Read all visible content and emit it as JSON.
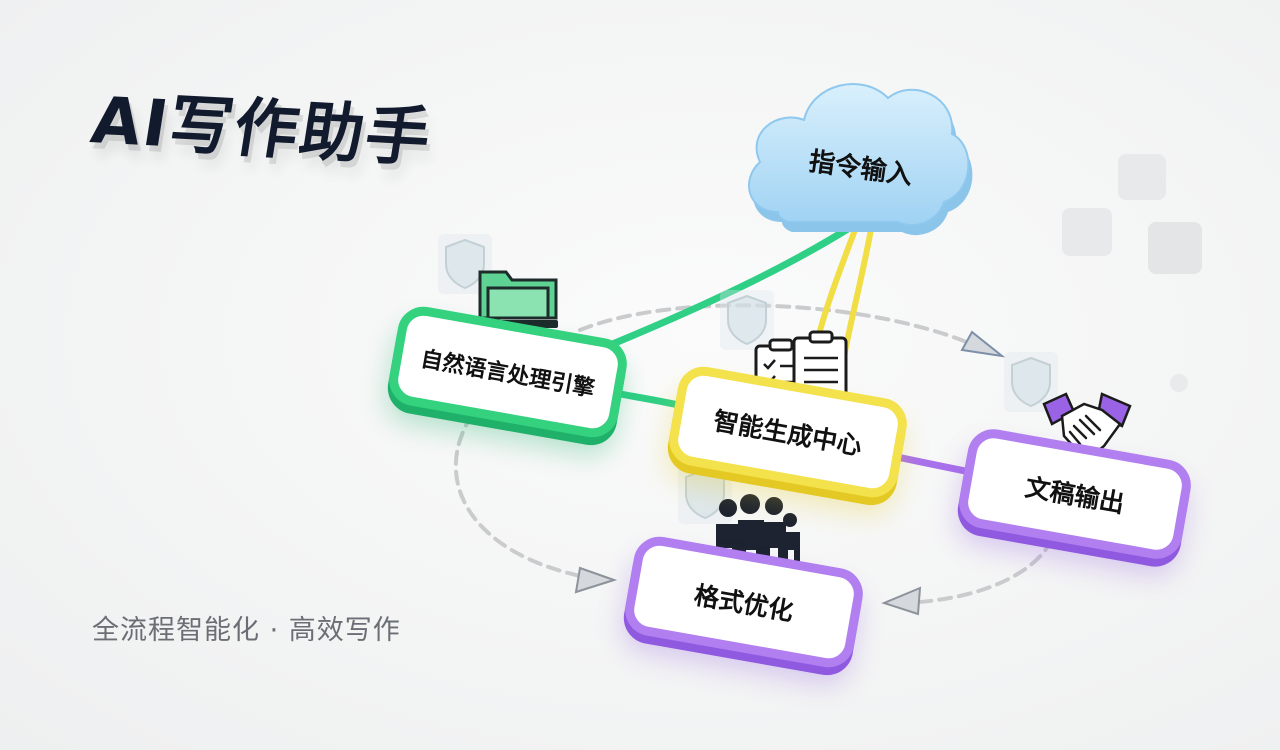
{
  "title": "AI写作助手",
  "subtitle": "全流程智能化 · 高效写作",
  "nodes": {
    "input": "指令输入",
    "nlp": "自然语言处理引擎",
    "generate": "智能生成中心",
    "output": "文稿输出",
    "format": "格式优化"
  },
  "colors": {
    "green": "#34d17f",
    "yellow": "#f3e24b",
    "purple": "#b17ff0",
    "cloud": "#a8d8f5",
    "title": "#121a2e"
  },
  "icons": [
    "shield-icon",
    "folder-icon",
    "clipboard-icon",
    "handshake-icon",
    "team-icon"
  ]
}
